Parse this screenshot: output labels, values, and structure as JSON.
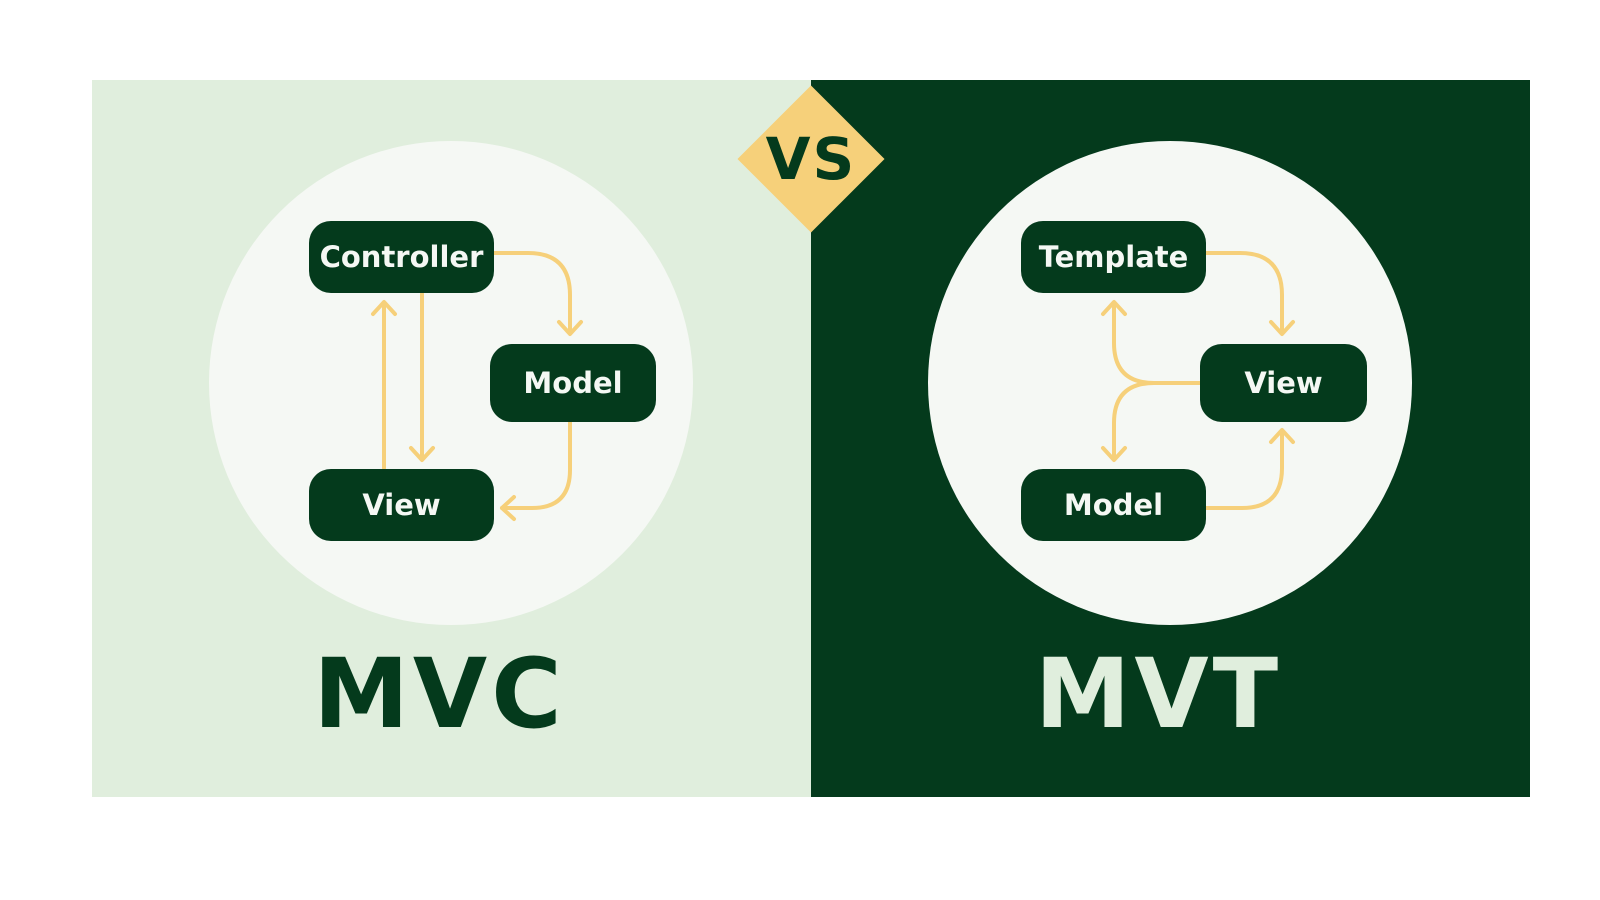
{
  "comparison": {
    "vs_label": "VS"
  },
  "mvc": {
    "title": "MVC",
    "nodes": {
      "controller": "Controller",
      "model": "Model",
      "view": "View"
    }
  },
  "mvt": {
    "title": "MVT",
    "nodes": {
      "template": "Template",
      "view": "View",
      "model": "Model"
    }
  },
  "colors": {
    "dark_green": "#043a1c",
    "light_green": "#e0eedd",
    "circle_fill": "#f5f8f4",
    "accent_yellow": "#f6d07a"
  }
}
